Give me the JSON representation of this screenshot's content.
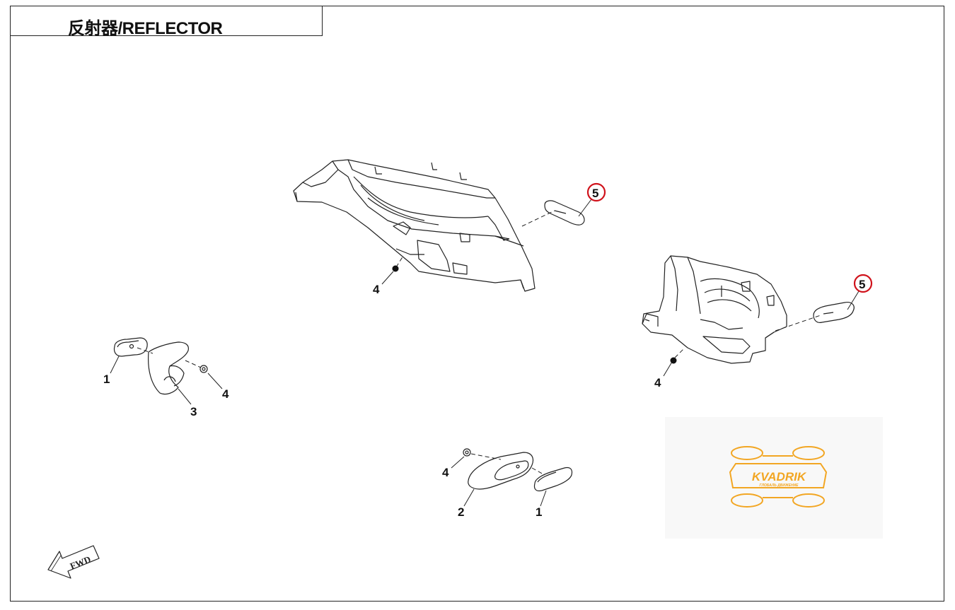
{
  "header": {
    "title": "反射器/REFLECTOR"
  },
  "callouts": [
    {
      "id": "c5-top",
      "label": "5",
      "highlighted": true
    },
    {
      "id": "c4-top",
      "label": "4",
      "highlighted": false
    },
    {
      "id": "c5-right",
      "label": "5",
      "highlighted": true
    },
    {
      "id": "c4-right",
      "label": "4",
      "highlighted": false
    },
    {
      "id": "c1-left",
      "label": "1",
      "highlighted": false
    },
    {
      "id": "c3-left",
      "label": "3",
      "highlighted": false
    },
    {
      "id": "c4-left",
      "label": "4",
      "highlighted": false
    },
    {
      "id": "c4-bottom",
      "label": "4",
      "highlighted": false
    },
    {
      "id": "c2-bottom",
      "label": "2",
      "highlighted": false
    },
    {
      "id": "c1-bottom",
      "label": "1",
      "highlighted": false
    }
  ],
  "fwd_arrow": {
    "label": "FWD"
  },
  "watermark": {
    "brand": "KVADRIK",
    "tagline": "ГЛОБАЛЬ ДВИЖЕНИЕ",
    "color": "#f2a623"
  },
  "colors": {
    "highlight": "#d0121b",
    "line": "#222222"
  }
}
